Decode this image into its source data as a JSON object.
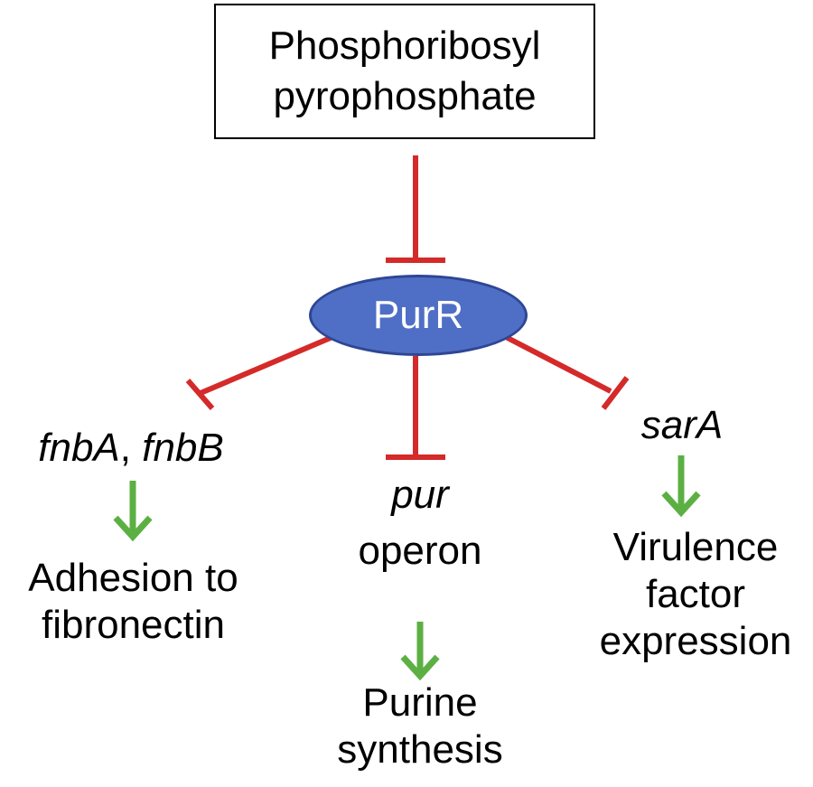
{
  "source_node": {
    "line1": "Phosphoribosyl",
    "line2": "pyrophosphate"
  },
  "regulator": {
    "label": "PurR",
    "fill": "#4f6fc6",
    "stroke": "#2e4694"
  },
  "targets": {
    "left": {
      "gene_a": "fnbA",
      "separator": ",",
      "gene_b": "fnbB",
      "outcome_line1": "Adhesion to",
      "outcome_line2": "fibronectin"
    },
    "center": {
      "gene": "pur",
      "gene_suffix": "operon",
      "outcome_line1": "Purine",
      "outcome_line2": "synthesis"
    },
    "right": {
      "gene": "sarA",
      "outcome_line1": "Virulence",
      "outcome_line2": "factor",
      "outcome_line3": "expression"
    }
  },
  "colors": {
    "inhibition": "#d42a2a",
    "activation": "#5cb043"
  }
}
